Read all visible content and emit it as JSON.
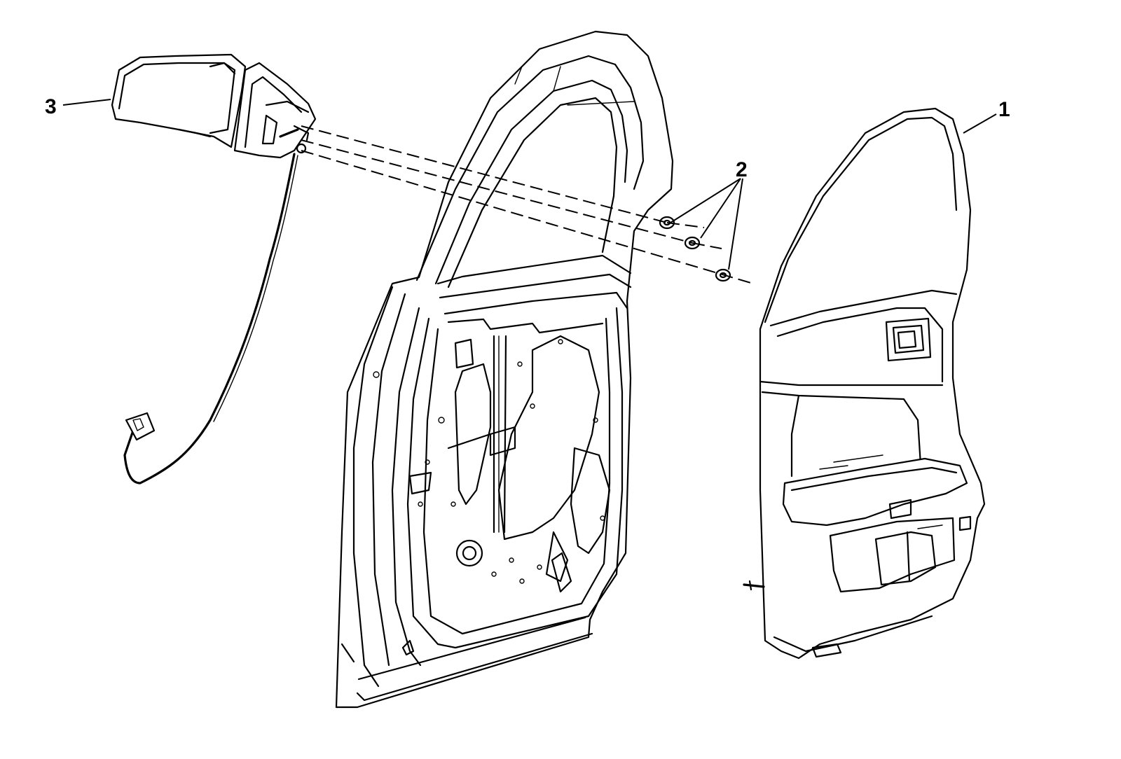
{
  "callouts": [
    {
      "id": "1",
      "label": "1",
      "part": "door-trim-panel"
    },
    {
      "id": "2",
      "label": "2",
      "part": "mirror-nuts"
    },
    {
      "id": "3",
      "label": "3",
      "part": "outside-rearview-mirror"
    }
  ]
}
